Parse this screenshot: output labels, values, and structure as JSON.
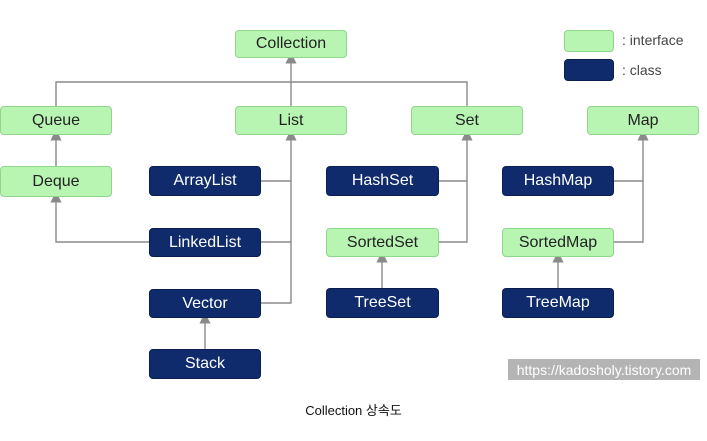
{
  "legend": {
    "interface_label": ": interface",
    "class_label": ": class"
  },
  "nodes": {
    "collection": "Collection",
    "queue": "Queue",
    "list": "List",
    "set": "Set",
    "map": "Map",
    "deque": "Deque",
    "arraylist": "ArrayList",
    "linkedlist": "LinkedList",
    "vector": "Vector",
    "stack": "Stack",
    "hashset": "HashSet",
    "sortedset": "SortedSet",
    "treeset": "TreeSet",
    "hashmap": "HashMap",
    "sortedmap": "SortedMap",
    "treemap": "TreeMap"
  },
  "colors": {
    "interface_fill": "#b8f5b3",
    "class_fill": "#0f2b6b",
    "edge": "#8a8a8a"
  },
  "watermark": "https://kadosholy.tistory.com",
  "caption": "Collection 상속도"
}
